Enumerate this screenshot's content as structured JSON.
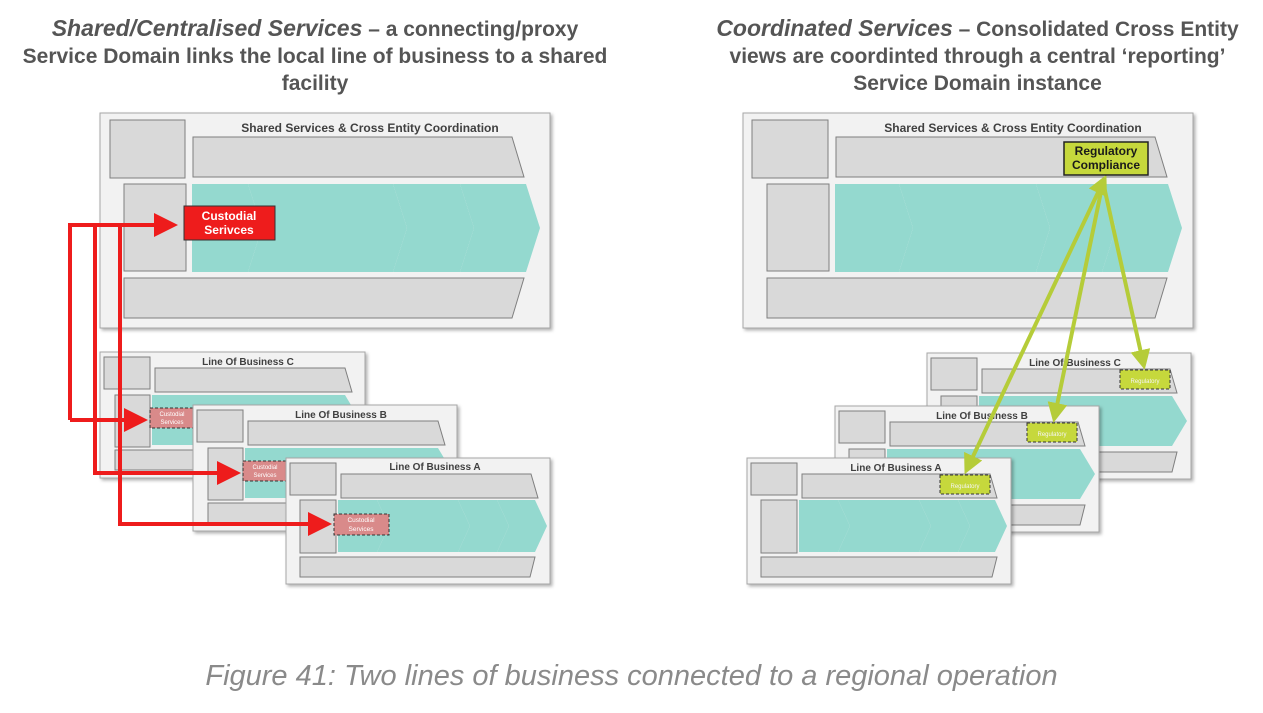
{
  "left_heading": {
    "emphasis": "Shared/Centralised Services",
    "rest": " – a connecting/proxy Service Domain links the local line of business to a shared facility"
  },
  "right_heading": {
    "emphasis": "Coordinated Services",
    "rest": " – Consolidated Cross Entity views are coordinted through a central ‘reporting’ Service Domain instance"
  },
  "shared_panel_title": "Shared Services & Cross Entity Coordination",
  "custodial_label": "Custodial Serivces",
  "custodial_small_label": "Custodial Services",
  "regulatory_label": "Regulatory Compliance",
  "lob": {
    "a": "Line Of Business A",
    "b": "Line Of Business B",
    "c": "Line Of Business C"
  },
  "caption": "Figure 41: Two lines of business connected to a regional operation",
  "colors": {
    "panel_fill": "#f2f2f2",
    "box_fill": "#d9d9d9",
    "chevron_fill": "#94d9cf",
    "red": "#ee1c1c",
    "faded_red": "#d98a8a",
    "lime": "#b5cc39",
    "lime_fill": "#c6d83c"
  }
}
